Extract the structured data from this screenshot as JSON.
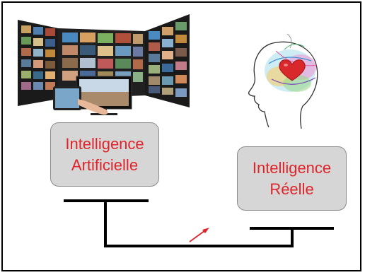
{
  "boxes": {
    "artificial": {
      "line1": "Intelligence",
      "line2": "Artificielle"
    },
    "real": {
      "line1": "Intelligence",
      "line2": "Réelle"
    }
  },
  "images": {
    "screens": "video-wall-screens-image",
    "brain": "head-brain-heart-image"
  },
  "colors": {
    "text_red": "#e0242b",
    "box_fill": "#d6d6d6",
    "box_border": "#8c8c8c",
    "connector": "#000000",
    "arrow": "#e0242b",
    "heart": "#d8282c"
  }
}
